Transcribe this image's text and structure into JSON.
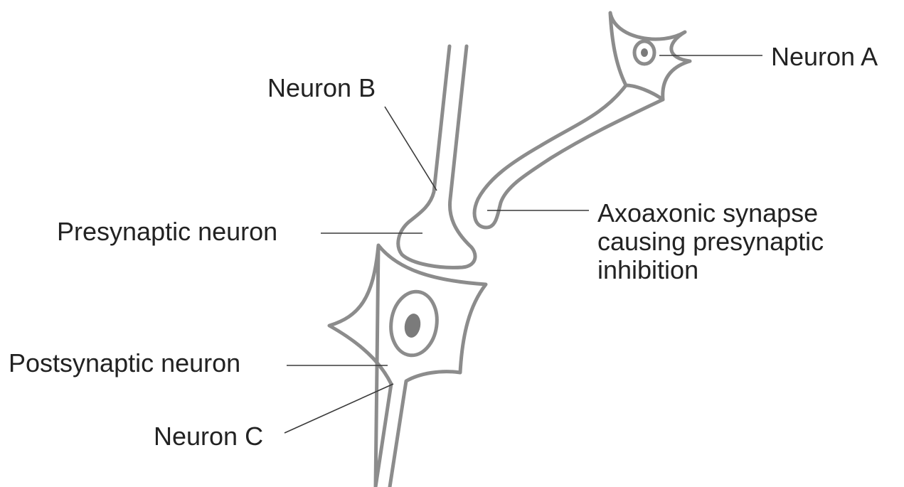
{
  "labels": {
    "neuron_a": "Neuron A",
    "neuron_b": "Neuron B",
    "presynaptic_neuron": "Presynaptic neuron",
    "axoaxonic_synapse": [
      "Axoaxonic synapse",
      "causing presynaptic",
      "inhibition"
    ],
    "postsynaptic_neuron": "Postsynaptic neuron",
    "neuron_c": "Neuron C"
  },
  "colors": {
    "outline": "#8c8c8c",
    "nucleus": "#7b7b7b",
    "leader_line": "#3a3a3a",
    "text": "#222222",
    "background": "#ffffff"
  }
}
